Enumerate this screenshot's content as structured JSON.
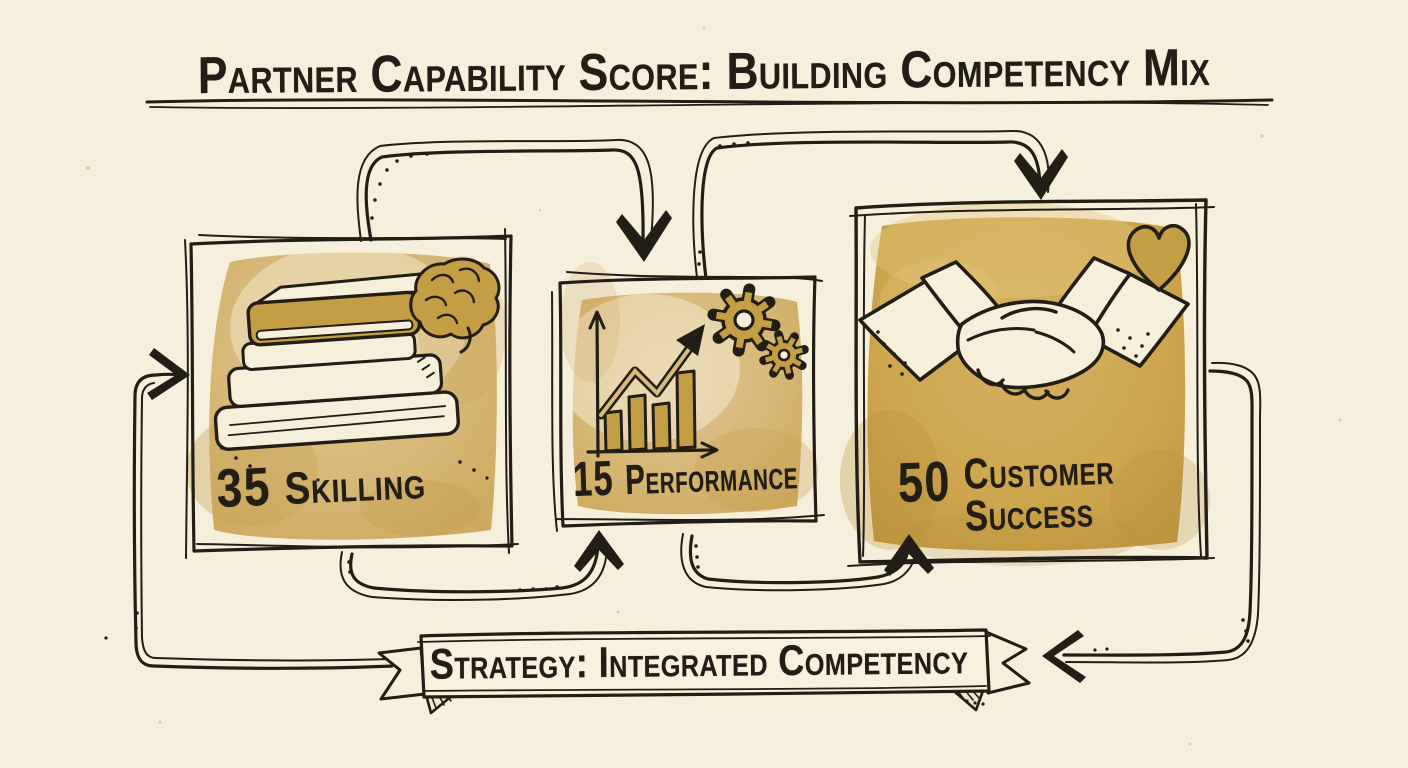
{
  "title": "Partner Capability Score: Building Competency Mix",
  "nodes": [
    {
      "value": "35",
      "label": "Skilling",
      "icons": [
        "books-icon",
        "brain-icon"
      ]
    },
    {
      "value": "15",
      "label": "Performance",
      "icons": [
        "bar-chart-icon",
        "gears-icon"
      ]
    },
    {
      "value": "50",
      "label": "Customer Success",
      "icons": [
        "handshake-icon",
        "heart-icon"
      ]
    }
  ],
  "banner": "Strategy: Integrated Competency",
  "palette": {
    "paper": "#f6efdc",
    "ink": "#221e16",
    "wash": "#d7ba78",
    "wash2": "#cda64d",
    "gold": "#c49e45",
    "cream": "#f6efda"
  }
}
